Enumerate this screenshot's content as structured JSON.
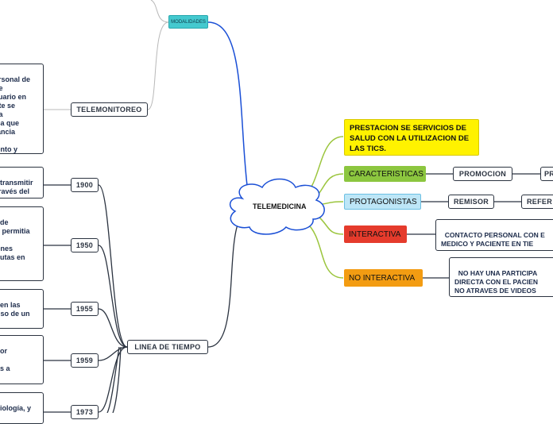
{
  "central": {
    "label": "TELEMEDICINA"
  },
  "right_branches": {
    "prestacion": {
      "label": "PRESTACION SE SERVICIOS DE SALUD CON LA UTILIZACION DE LAS TICS."
    },
    "caracteristicas": {
      "label": "CARACTERISTICAS",
      "child": "PROMOCION",
      "grandchild": "PR"
    },
    "protagonistas": {
      "label": "PROTAGONISTAS",
      "child": "REMISOR",
      "grandchild": "REFER"
    },
    "interactiva": {
      "label": "INTERACTIVA",
      "child": "CONTACTO PERSONAL CON E\nMEDICO Y PACIENTE EN TIE\nY LUGAR  REAL."
    },
    "no_interactiva": {
      "label": "NO INTERACTIVA",
      "child": "NO HAY UNA PARTICIPA\nDIRECTA CON EL PACIEN\nNO ATRAVES DE VIDEOS\nEDUCATIVOS Y DE PREVE"
    }
  },
  "left_branches": {
    "modalidades": {
      "label": "MODALIDADES"
    },
    "telemonitoreo": {
      "label": "TELEMONITOREO",
      "text": "rsonal de\nde\nsuario en\nnte se\nna\nica que\ntancia\nel\niento y"
    },
    "linea_tiempo": {
      "label": "LINEA DE TIEMPO",
      "years": [
        {
          "year": "1900",
          "text": "transmitir\ntravés del"
        },
        {
          "year": "1950",
          "text": "de\ns permitia\n\nones\nautas en"
        },
        {
          "year": "1955",
          "text": "en las\nuso de un\n."
        },
        {
          "year": "1959",
          "text": "or\n\nas a"
        },
        {
          "year": "1973",
          "text": "iología, y"
        }
      ]
    }
  },
  "colors": {
    "link_right": "#9bc53d",
    "link_blue": "#1a4fd6",
    "link_dark": "#2b3340",
    "link_grey": "#b8b8b8"
  }
}
